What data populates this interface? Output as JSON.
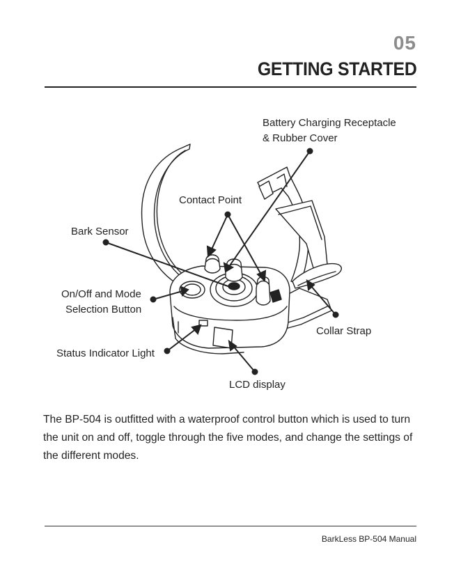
{
  "header": {
    "page_number": "05",
    "title": "GETTING STARTED"
  },
  "diagram": {
    "labels": {
      "battery_line1": "Battery Charging Receptacle",
      "battery_line2": "& Rubber Cover",
      "contact_point": "Contact Point",
      "bark_sensor": "Bark Sensor",
      "onoff_line1": "On/Off and Mode",
      "onoff_line2": "Selection Button",
      "status_light": "Status Indicator Light",
      "collar_strap": "Collar Strap",
      "lcd_display": "LCD display"
    }
  },
  "body": {
    "paragraph": "The BP-504 is outfitted with a waterproof control button which is used to turn the unit on and off, toggle through the five modes, and change the settings of the different modes."
  },
  "footer": {
    "manual_name": "BarkLess BP-504 Manual"
  }
}
